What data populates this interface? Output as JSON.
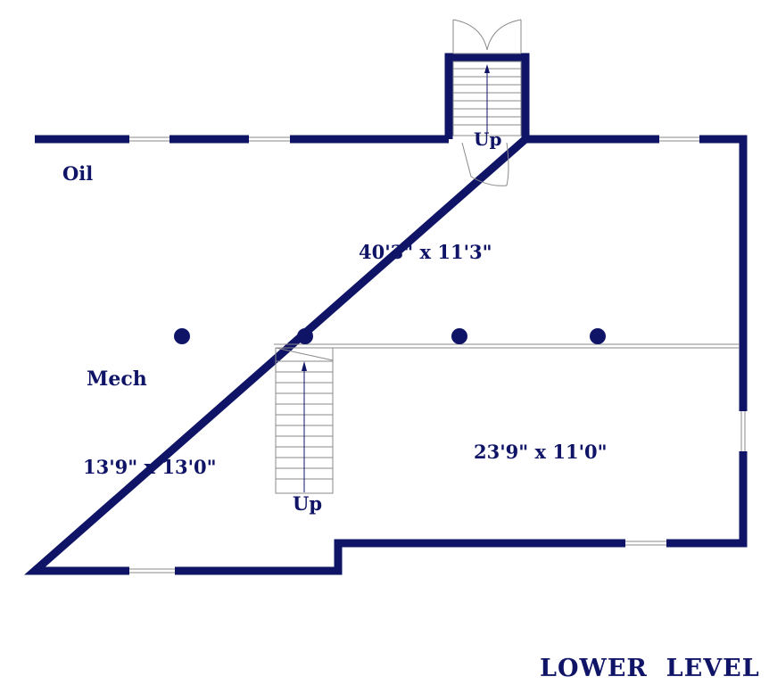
{
  "colors": {
    "wall": "#0f1467",
    "text": "#0f1467",
    "fixture": "#8a8a8a"
  },
  "labels": {
    "oil": "Oil",
    "mech": "Mech",
    "main_dims": "40'3\" x 11'3\"",
    "mech_dims": "13'9\" x 13'0\"",
    "lower_dims": "23'9\" x 11'0\"",
    "stair_up_top": "Up",
    "stair_up_interior": "Up"
  },
  "title": "LOWER  LEVEL",
  "columns": 4,
  "windows": 6
}
